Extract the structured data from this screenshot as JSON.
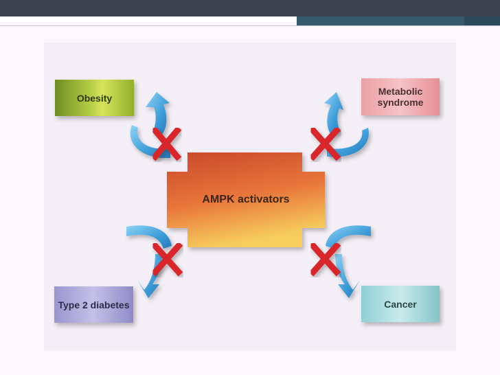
{
  "diagram": {
    "center": "AMPK activators",
    "targets": {
      "top_left": "Obesity",
      "top_right": "Metabolic\nsyndrome",
      "bottom_left": "Type 2 diabetes",
      "bottom_right": "Cancer"
    }
  },
  "colors": {
    "arrow": "#3f9fd9",
    "cross": "#d8282a",
    "center_top": "#d0502c",
    "center_bottom": "#f3c456"
  }
}
